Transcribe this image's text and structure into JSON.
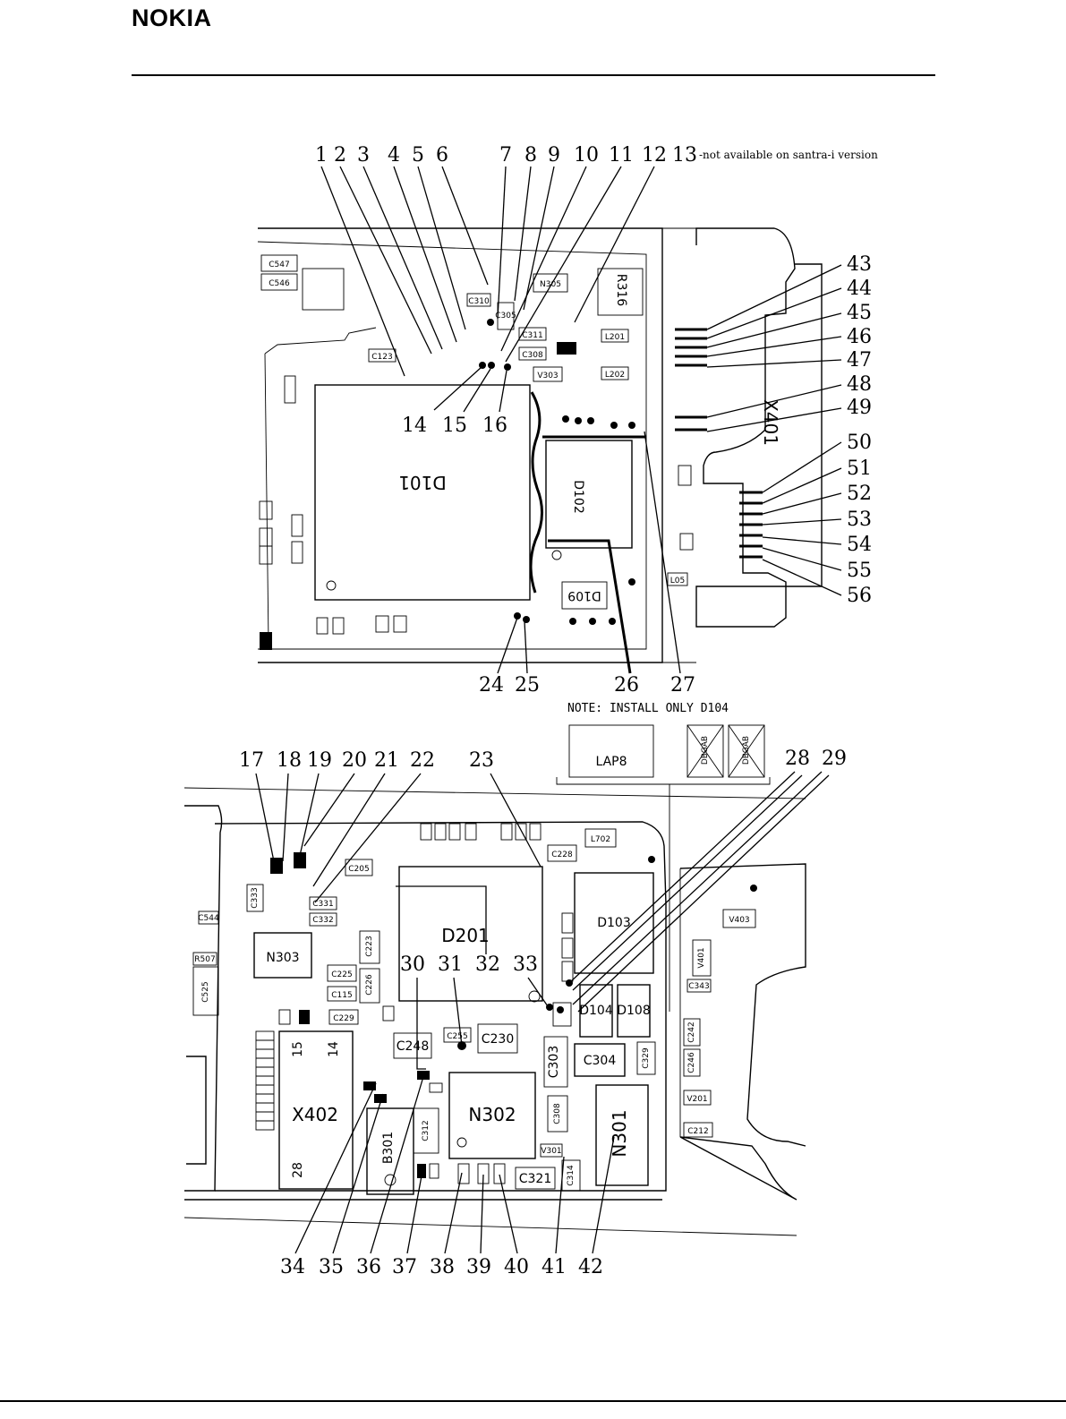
{
  "header": {
    "logo_text": "NOKIA"
  },
  "top_view": {
    "callouts_top": [
      "1",
      "2",
      "3",
      "4",
      "5",
      "6",
      "7",
      "8",
      "9",
      "10",
      "11",
      "12",
      "13"
    ],
    "callout_13_note": "-not available on santra-i version",
    "callouts_mid": [
      "14",
      "15",
      "16"
    ],
    "callouts_bottom": [
      "24",
      "25",
      "26",
      "27"
    ],
    "callouts_right": [
      "43",
      "44",
      "45",
      "46",
      "47",
      "48",
      "49",
      "50",
      "51",
      "52",
      "53",
      "54",
      "55",
      "56"
    ],
    "components": {
      "d101": "D101",
      "d102": "D102",
      "d109": "D109",
      "r316": "R316",
      "x401": "X401",
      "c547": "C547",
      "c546": "C546",
      "c305": "C305",
      "n305": "N305",
      "c310": "C310",
      "c311": "C311",
      "c308": "C308",
      "c123": "C123",
      "l201": "L201",
      "l202": "L202",
      "v303": "V303",
      "l05": "L05"
    }
  },
  "note": {
    "text": "NOTE: INSTALL ONLY D104",
    "lap_label": "LAP8",
    "dbgab_1": "DBGAB",
    "dbgab_2": "DBGAB"
  },
  "bottom_view": {
    "callouts_top": [
      "17",
      "18",
      "19",
      "20",
      "21",
      "22",
      "23",
      "28",
      "29"
    ],
    "callouts_mid": [
      "30",
      "31",
      "32",
      "33"
    ],
    "callouts_bottom": [
      "34",
      "35",
      "36",
      "37",
      "38",
      "39",
      "40",
      "41",
      "42"
    ],
    "components": {
      "d201": "D201",
      "d103": "D103",
      "n303": "N303",
      "n302": "N302",
      "n301": "N301",
      "x402": "X402",
      "b301": "B301",
      "c525": "C525",
      "c230": "C230",
      "c248": "C248",
      "c303": "C303",
      "c304": "C304",
      "c312": "C312",
      "c321": "C321",
      "c226": "C226",
      "c225": "C225",
      "c223": "C223",
      "c229": "C229",
      "c115": "C115",
      "c228": "C228",
      "l702": "L702",
      "v403": "V403",
      "v401": "V401",
      "c329": "C329",
      "c314": "C314",
      "c308b": "C308",
      "c212": "C212",
      "v201": "V201",
      "c246": "C246",
      "c242": "C242",
      "d104": "D104",
      "d108": "D108",
      "x402_15": "15",
      "x402_14": "14",
      "x402_28": "28",
      "c205": "C205",
      "c333": "C333",
      "c544": "C544",
      "r507": "R507",
      "c343": "C343",
      "v301": "V301",
      "c255": "C255",
      "c331": "C331",
      "c332": "C332"
    }
  }
}
